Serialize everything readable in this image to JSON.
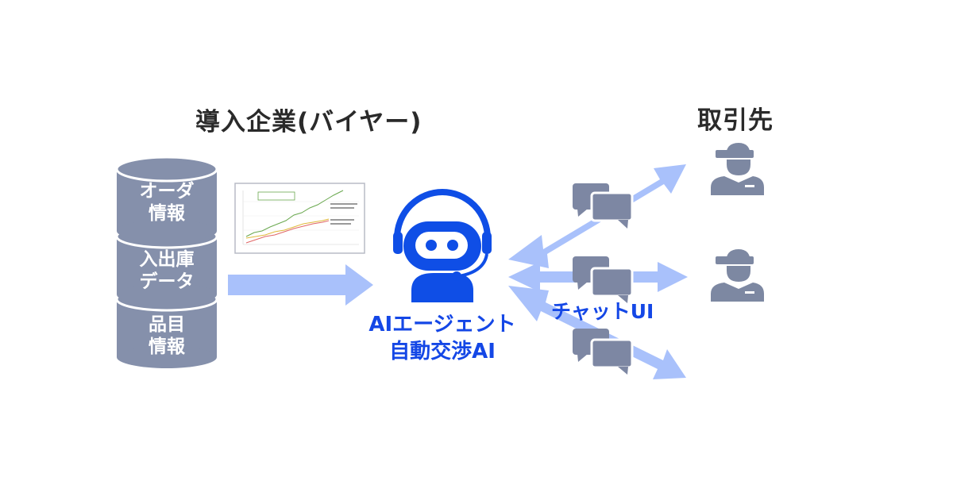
{
  "buyer": {
    "title": "導入企業(バイヤー)",
    "databases": [
      {
        "line1": "オーダ",
        "line2": "情報"
      },
      {
        "line1": "入出庫",
        "line2": "データ"
      },
      {
        "line1": "品目",
        "line2": "情報"
      }
    ]
  },
  "agent": {
    "line1": "AIエージェント",
    "line2": "自動交渉AI"
  },
  "chat": {
    "label": "チャットUI"
  },
  "supplier": {
    "title": "取引先"
  },
  "colors": {
    "database": "#8590ab",
    "arrow": "#a9c1fb",
    "robot": "#0f4ee6",
    "accent_text": "#1447e6",
    "person": "#7d88a2",
    "chat_bubble": "#7d87a3"
  },
  "icons": [
    "database-icon",
    "robot-icon",
    "chat-bubble-icon",
    "person-icon",
    "chart-thumbnail"
  ]
}
